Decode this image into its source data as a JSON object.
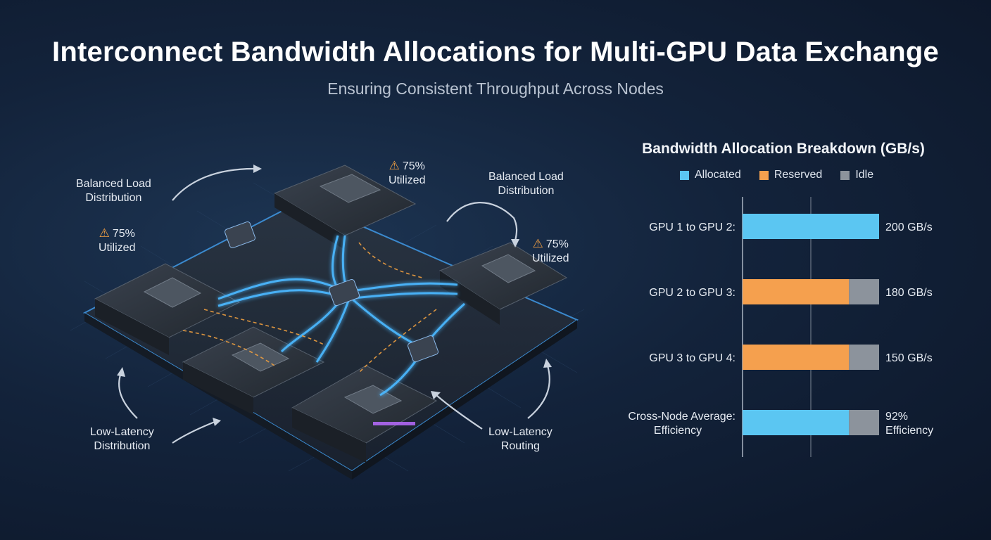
{
  "header": {
    "title": "Interconnect Bandwidth Allocations for Multi-GPU Data Exchange",
    "subtitle": "Ensuring Consistent Throughput Across Nodes"
  },
  "diagram": {
    "callouts": [
      {
        "id": "left-top",
        "text": "Balanced Load\nDistribution"
      },
      {
        "id": "left-util",
        "text": "75%\nUtilized",
        "warning": true
      },
      {
        "id": "top-util",
        "text": "75%\nUtilized",
        "warning": true
      },
      {
        "id": "right-top",
        "text": "Balanced Load\nDistribution"
      },
      {
        "id": "right-util",
        "text": "75%\nUtilized",
        "warning": true
      },
      {
        "id": "left-bottom",
        "text": "Low-Latency\nDistribution"
      },
      {
        "id": "right-bottom",
        "text": "Low-Latency\nRouting"
      }
    ],
    "warning_icon": "warning-triangle-icon",
    "colors": {
      "link": "#4cb8ff",
      "dashed": "#f0a040",
      "card": "#2b323d"
    }
  },
  "chart_data": {
    "type": "bar",
    "title": "Bandwidth Allocation Breakdown (GB/s)",
    "legend": [
      {
        "name": "Allocated",
        "color": "#5bc6f2"
      },
      {
        "name": "Reserved",
        "color": "#f5a04e"
      },
      {
        "name": "Idle",
        "color": "#8c939c"
      }
    ],
    "orientation": "horizontal",
    "rows": [
      {
        "label": "GPU 1 to GPU 2:",
        "value_label": "200 GB/s",
        "segments": [
          {
            "series": "Allocated",
            "value": 200
          }
        ]
      },
      {
        "label": "GPU 2 to GPU 3:",
        "value_label": "180 GB/s",
        "segments": [
          {
            "series": "Reserved",
            "value": 156
          },
          {
            "series": "Idle",
            "value": 44
          }
        ]
      },
      {
        "label": "GPU 3 to GPU 4:",
        "value_label": "150 GB/s",
        "segments": [
          {
            "series": "Reserved",
            "value": 156
          },
          {
            "series": "Idle",
            "value": 44
          }
        ]
      },
      {
        "label": "Cross-Node Average:\nEfficiency",
        "value_label": "92%\nEfficiency",
        "segments": [
          {
            "series": "Allocated",
            "value": 156
          },
          {
            "series": "Idle",
            "value": 44
          }
        ]
      }
    ],
    "xlim": [
      0,
      200
    ],
    "gridlines": [
      100
    ]
  }
}
